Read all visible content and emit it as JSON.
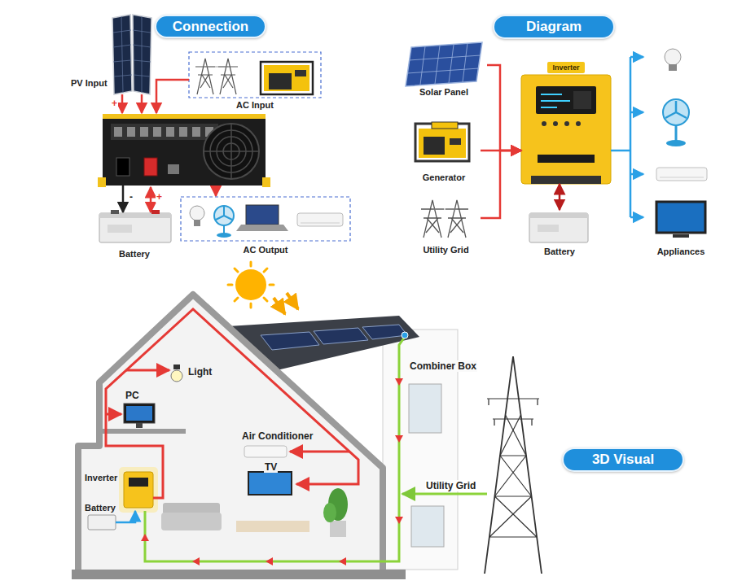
{
  "diagram": {
    "nodes": [
      {
        "text": [
          "Connection"
        ]
      },
      {
        "text": [
          "AC Input"
        ]
      },
      {
        "text": [
          "AC Output"
        ]
      },
      {
        "text": [
          "Diagram"
        ]
      },
      {
        "text": [
          "Solar Panel"
        ]
      },
      {
        "text": [
          "Generator"
        ]
      },
      {
        "text": [
          "Utility Grid"
        ]
      },
      {
        "text": [
          "Inverter"
        ]
      },
      {
        "text": [
          "Battery"
        ]
      },
      {
        "text": [
          "Appliances"
        ]
      },
      {
        "text": [
          "3D Visual"
        ]
      }
    ],
    "edges": [
      {
        "from": 4,
        "to": 7,
        "arrow": "to"
      },
      {
        "from": 5,
        "to": 7,
        "arrow": "to"
      },
      {
        "from": 6,
        "to": 7,
        "arrow": "to"
      },
      {
        "from": 7,
        "to": 8,
        "arrow": "both"
      },
      {
        "from": 7,
        "to": 9,
        "arrow": "to"
      }
    ],
    "labels": [
      "PV Input",
      "+",
      "-",
      "+",
      "Battery",
      "Light",
      "PC",
      "Air Conditioner",
      "TV",
      "Inverter",
      "Battery",
      "Combiner Box",
      "Utility Grid"
    ]
  }
}
